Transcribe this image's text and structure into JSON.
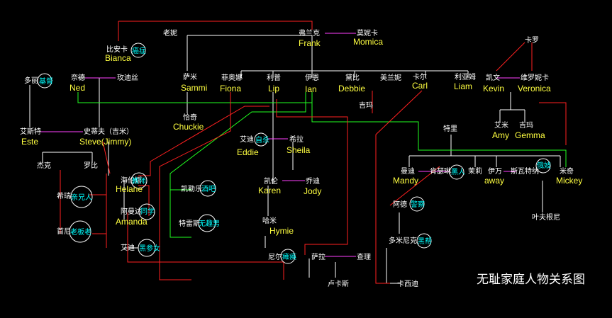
{
  "title": "无耻家庭人物关系图",
  "colors": {
    "background": "#000000",
    "english_name": "#ffff40",
    "chinese_name": "#ffffff",
    "circled_tag": "#00ffff",
    "family_line": "#ffffff",
    "romance_line": "#ff2020",
    "sibling_line": "#20ff20",
    "marriage_line": "#ff40ff"
  },
  "people": {
    "frank": {
      "cn": "弗兰克",
      "en": "Frank"
    },
    "monica": {
      "cn": "莫妮卡",
      "en": "Momica"
    },
    "bianca": {
      "cn": "比安卡",
      "en": "Bianca",
      "tag": "癌症"
    },
    "ned": {
      "cn": "奈德",
      "en": "Ned"
    },
    "este": {
      "cn": "艾斯特",
      "en": "Este"
    },
    "steve": {
      "cn": "史蒂夫（吉米）",
      "en": "Steve(Jimmy)"
    },
    "sammi": {
      "cn": "萨米",
      "en": "Sammi"
    },
    "chuckie": {
      "cn": "恰奇",
      "en": "Chuckie"
    },
    "fiona": {
      "cn": "菲奥娜",
      "en": "Fiona"
    },
    "lip": {
      "cn": "利普",
      "en": "Lip"
    },
    "ian": {
      "cn": "伊恩",
      "en": "Ian"
    },
    "debbie": {
      "cn": "黛比",
      "en": "Debbie"
    },
    "carl": {
      "cn": "卡尔",
      "en": "Carl"
    },
    "liam": {
      "cn": "利亚姆",
      "en": "Liam"
    },
    "kevin": {
      "cn": "凯文",
      "en": "Kevin"
    },
    "veronica": {
      "cn": "维罗妮卡",
      "en": "Veronica"
    },
    "amy": {
      "cn": "艾米",
      "en": "Amy"
    },
    "gemma": {
      "cn": "吉玛",
      "en": "Gemma"
    },
    "eddie": {
      "cn": "艾迪",
      "en": "Eddie",
      "tag": "自杀"
    },
    "sheila": {
      "cn": "希拉",
      "en": "Sheila"
    },
    "karen": {
      "cn": "凯伦",
      "en": "Karen"
    },
    "jody": {
      "cn": "乔迪",
      "en": "Jody"
    },
    "hymie": {
      "cn": "哈米",
      "en": "Hymie"
    },
    "helane": {
      "cn": "海伦娜",
      "en": "Helane",
      "tag": "教师"
    },
    "amanda": {
      "cn": "阿曼达",
      "en": "Amanda",
      "tag": "同学"
    },
    "mandy": {
      "cn": "曼迪",
      "en": "Mandy"
    },
    "away": {
      "cn": "伊万",
      "en": "away"
    },
    "mickey": {
      "cn": "米奇",
      "en": "Mickey"
    }
  },
  "extra_labels": {
    "gaolaopo": "老妮",
    "duoshi": "多丽",
    "duoshi_tag": "基督",
    "nai": "奈德",
    "nai_wife": "玫迪丝",
    "jiake": "杰克",
    "luobi": "罗比",
    "xida": "希瑞",
    "xida_tag": "亲兄人",
    "shouni": "首尼",
    "shouni_tag": "老板老",
    "aidi2": "艾迪",
    "aidi2_tag": "黑参女",
    "kaiyinle": "凯勒乐",
    "kaiyinle_tag": "酒吧",
    "teleisi": "特雷斯",
    "teleisi_tag": "无趣男",
    "yeshengmei": "美兰妮",
    "tali": "特里",
    "yenlinsha": "肯瑟琳",
    "yenlinsha_tag": "黑人",
    "moli": "茉莉",
    "sinuo": "斯瓦特纳",
    "sinuo_tag": "俄妓",
    "kaluo": "卡罗",
    "yefuniqi": "叶夫根尼",
    "duoer": "阿德",
    "duoer_tag": "警察",
    "duomi": "多米尼克",
    "duomi_tag": "黑帮",
    "kaxi": "卡西迪",
    "niel": "尼尔",
    "niel_tag": "瘫痪",
    "sasha": "萨拉",
    "sasha2": "吉玛",
    "luca": "卢卡斯",
    "chale": "查理"
  }
}
